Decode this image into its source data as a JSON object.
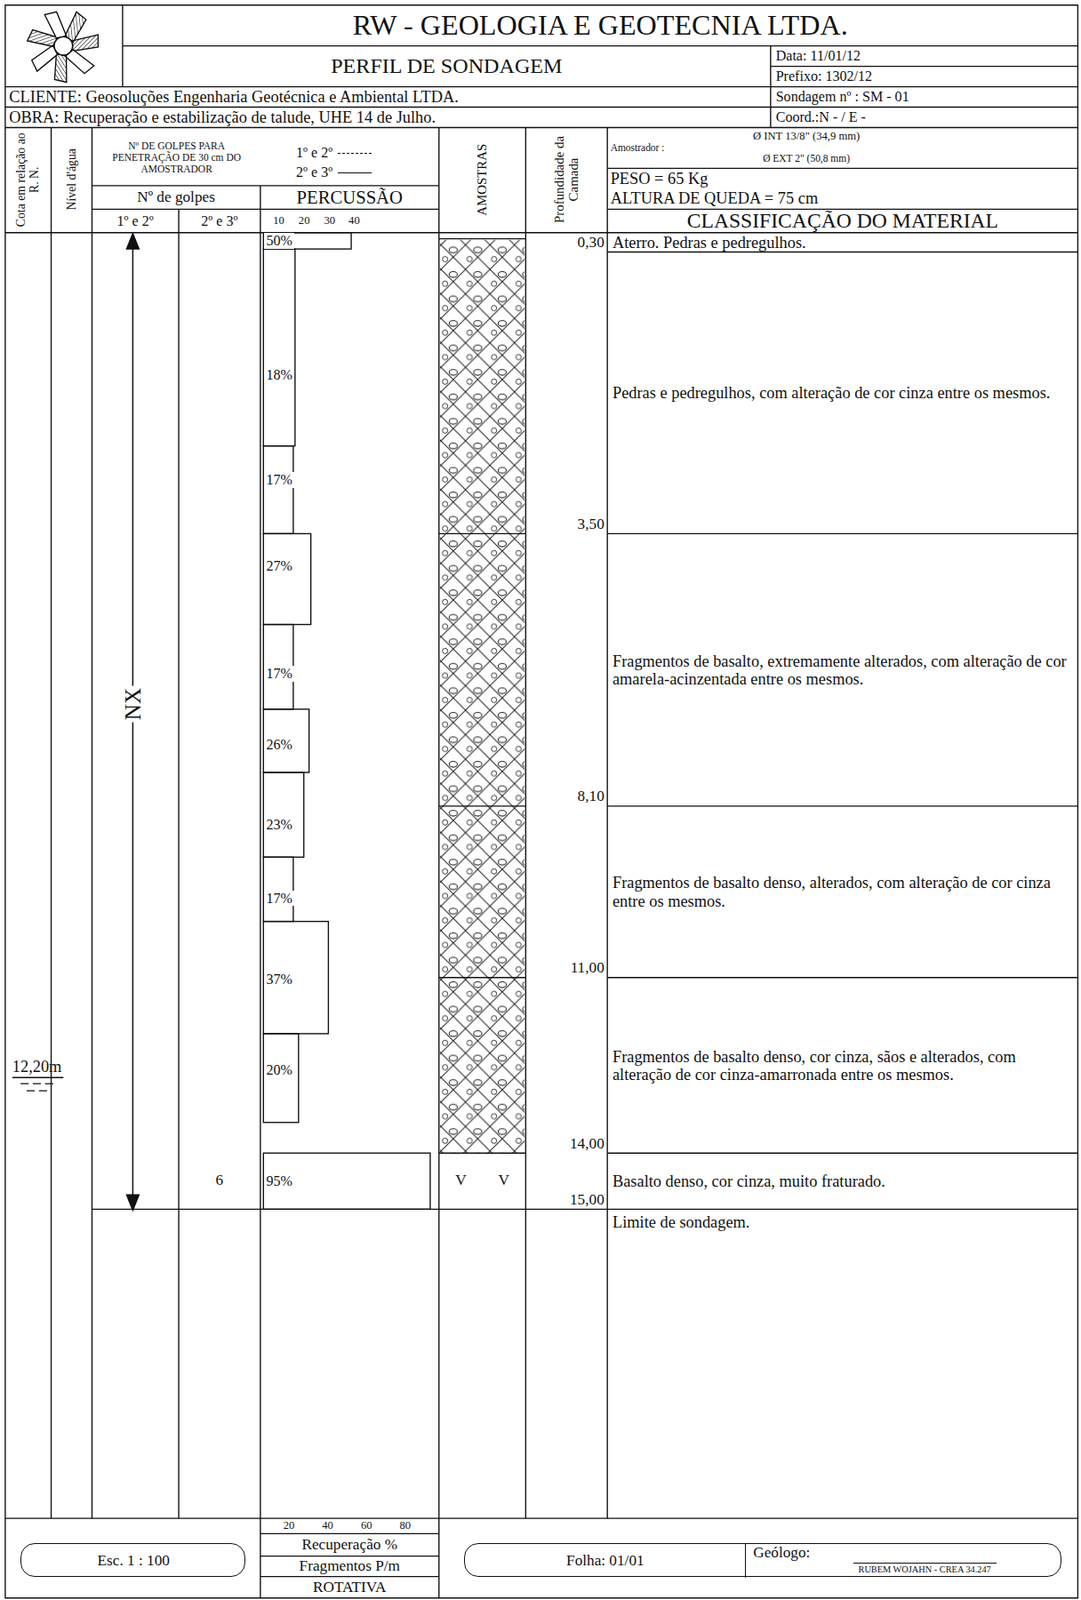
{
  "diagram": {
    "title": "RW - GEOLOGIA E GEOTECNIA LTDA.",
    "nodes": [
      {
        "text": [
          "Esc. 1 : 100"
        ]
      },
      {
        "text": [
          "Folha: 01/01",
          "Geólogo:",
          "RUBEM WOJAHN - CREA 34.247"
        ]
      }
    ],
    "labels": [
      "PERFIL DE SONDAGEM",
      "Data: 11/01/12",
      "Prefixo: 1302/12",
      "CLIENTE: Geosoluções Engenharia Geotécnica e Ambiental LTDA.",
      "Sondagem nº : SM - 01",
      "OBRA: Recuperação e estabilização de talude, UHE 14 de Julho.",
      "Coord.:N - / E -",
      "Cota em relação ao R. N.",
      "Nível d'água",
      "Nº DE GOLPES PARA PENETRAÇÃO DE 30 cm DO AMOSTRADOR",
      "Nº de golpes",
      "1º e 2º",
      "2º e 3º",
      "PERCUSSÃO",
      "10",
      "20",
      "30",
      "40",
      "AMOSTRAS",
      "Profundidade da Camada",
      "Amostrador :",
      "Ø INT 13/8\" (34,9 mm)",
      "Ø EXT 2\" (50,8 mm)",
      "PESO = 65 Kg",
      "ALTURA DE QUEDA = 75 cm",
      "CLASSIFICAÇÃO DO MATERIAL",
      "50%",
      "18%",
      "17%",
      "27%",
      "17%",
      "26%",
      "23%",
      "17%",
      "37%",
      "20%",
      "95%",
      "NX",
      "12,20m",
      "6",
      "V V",
      "0,30",
      "3,50",
      "8,10",
      "11,00",
      "14,00",
      "15,00",
      "Aterro. Pedras e pedregulhos.",
      "Pedras e pedregulhos, com alteração de cor cinza entre os mesmos.",
      "Fragmentos de basalto, extremamente alterados, com alteração de cor amarela-acinzentada entre os mesmos.",
      "Fragmentos de basalto denso, alterados, com alteração de cor cinza entre os mesmos.",
      "Fragmentos de basalto denso, cor cinza, sãos e alterados, com alteração de cor cinza-amarronada entre os mesmos.",
      "Basalto denso, cor cinza, muito fraturado.",
      "Limite de sondagem.",
      "20",
      "40",
      "60",
      "80",
      "Recuperação %",
      "Fragmentos P/m",
      "ROTATIVA"
    ],
    "legend": [
      {
        "text": "1º e 2º"
      },
      {
        "text": "2º e 3º"
      }
    ]
  }
}
